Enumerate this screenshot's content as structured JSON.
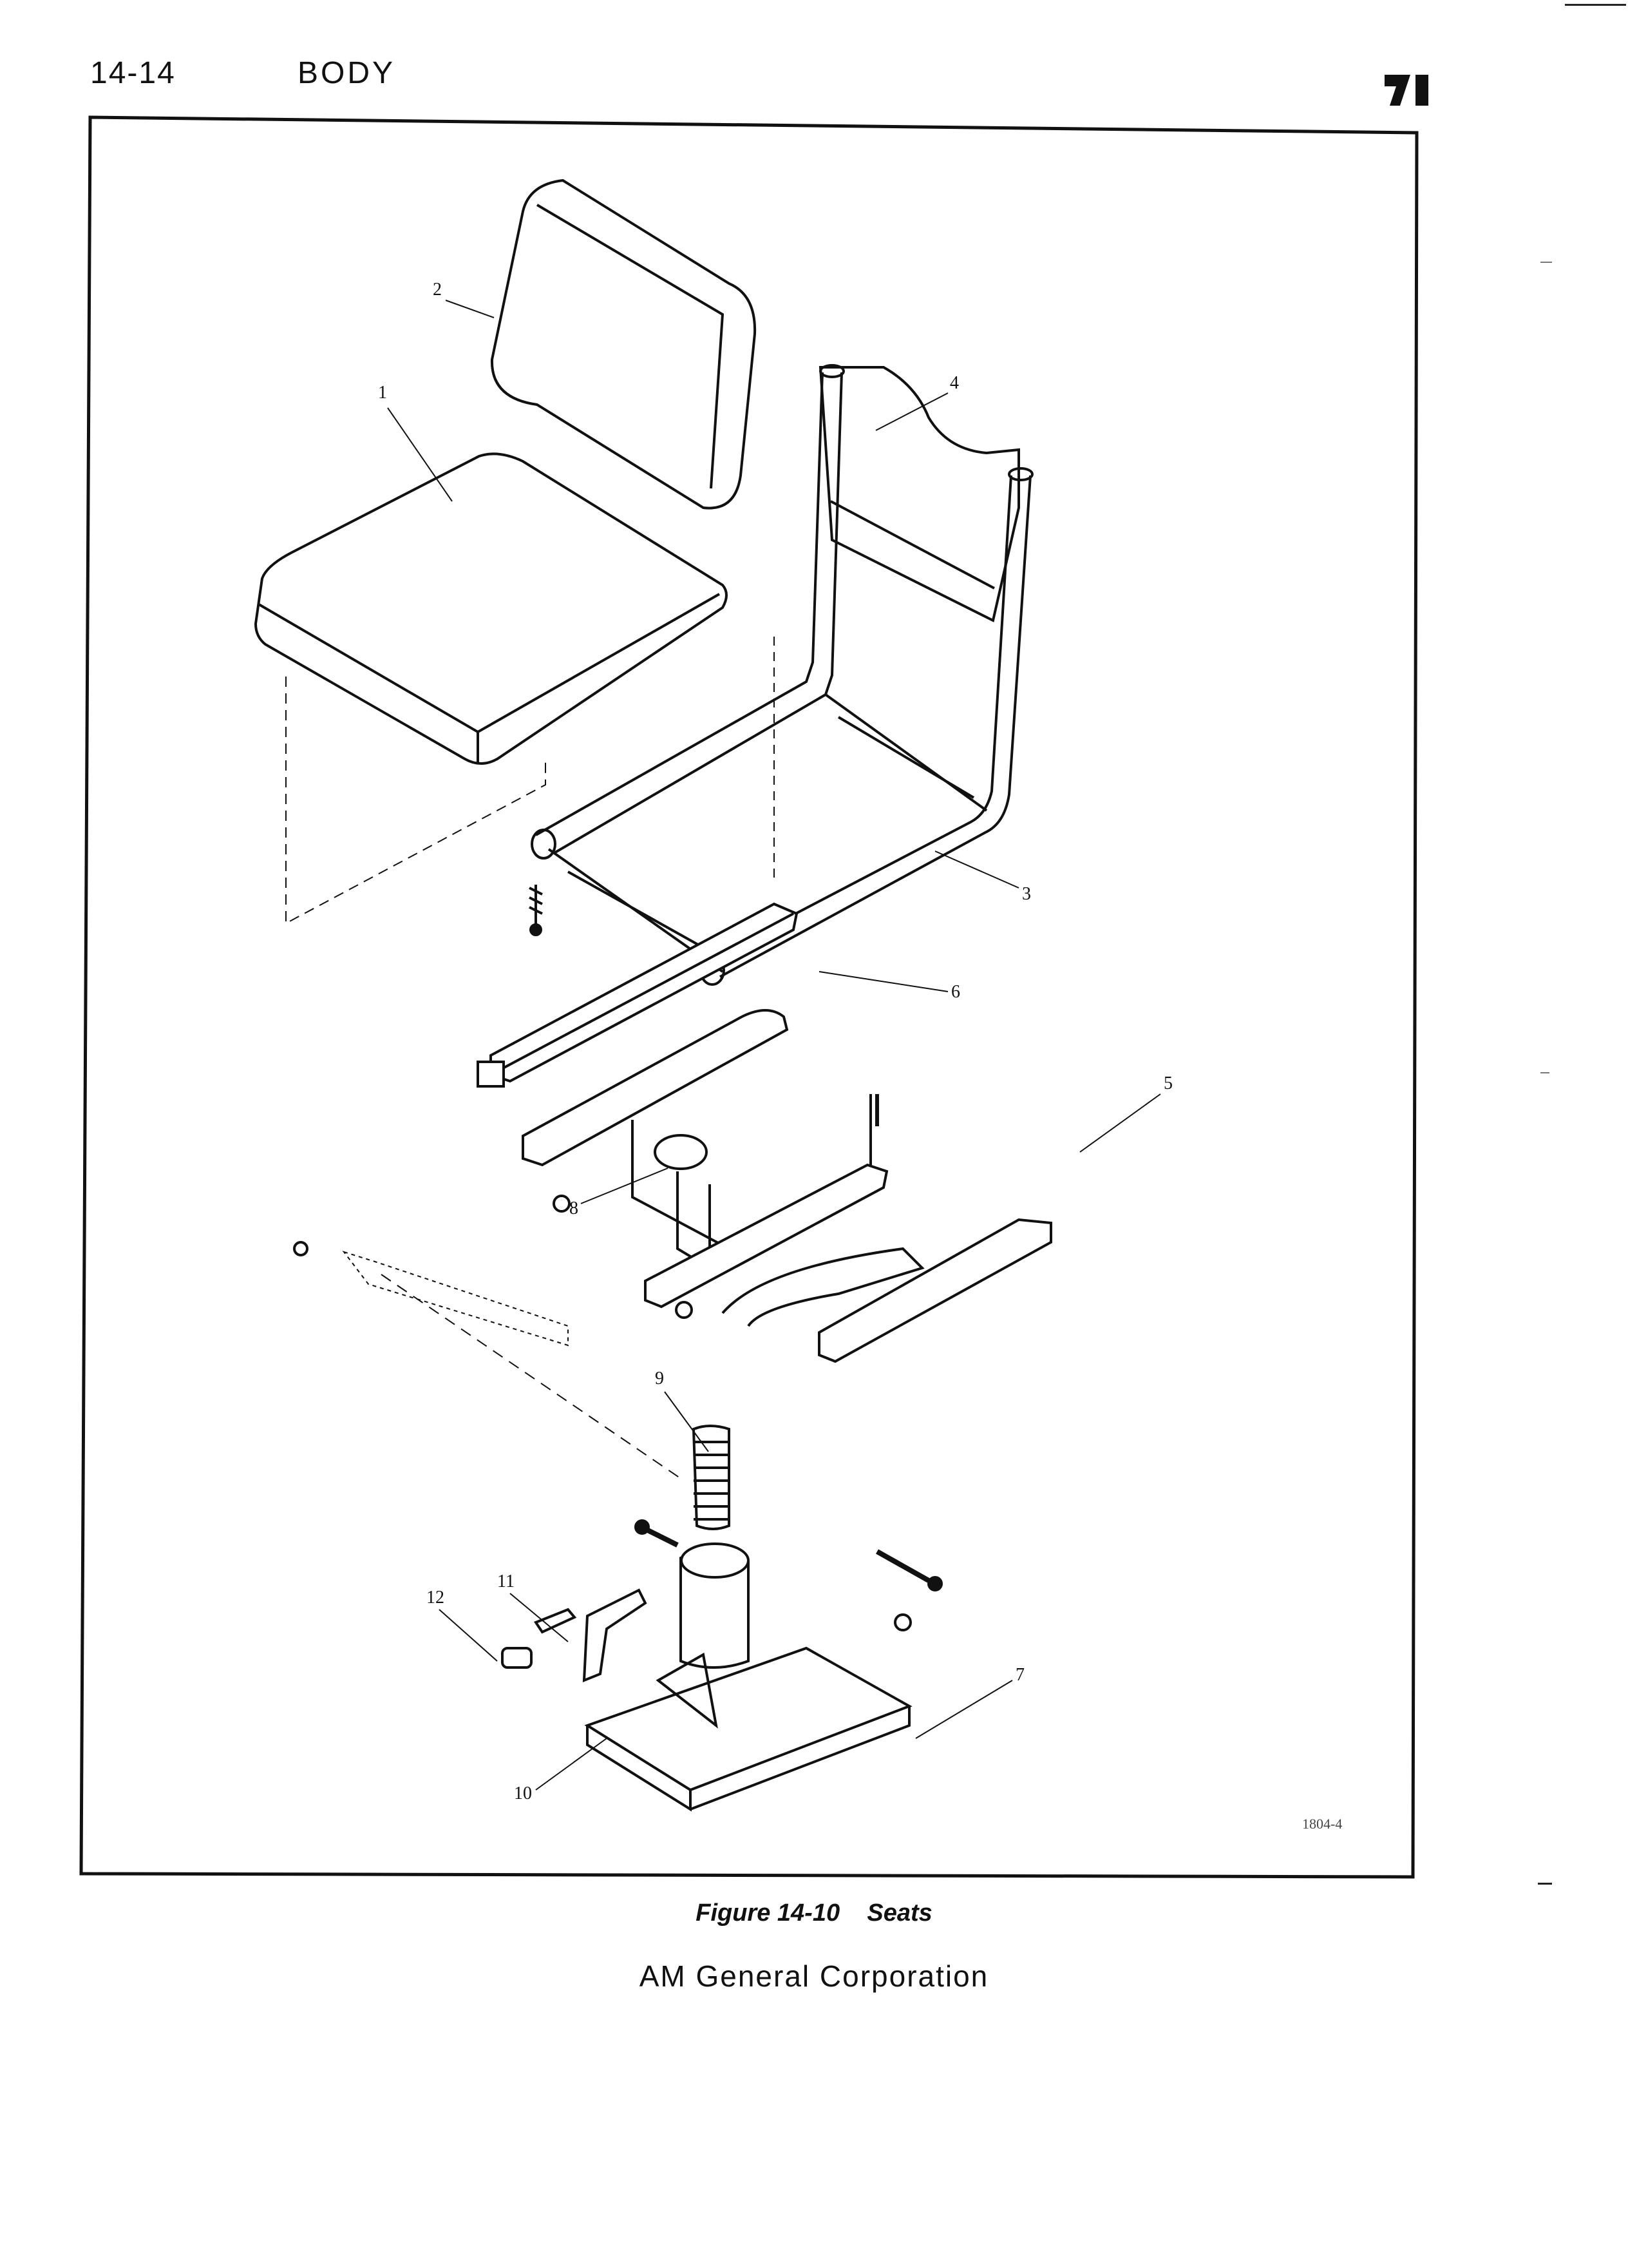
{
  "header": {
    "page_number": "14-14",
    "section": "BODY"
  },
  "figure": {
    "callouts": [
      "1",
      "2",
      "3",
      "4",
      "5",
      "6",
      "7",
      "8",
      "9",
      "10",
      "11",
      "12"
    ],
    "drawing_id": "1804-4",
    "caption_number": "Figure 14-10",
    "caption_title": "Seats"
  },
  "footer": {
    "company": "AM General Corporation"
  },
  "colors": {
    "ink": "#111111",
    "paper": "#ffffff"
  }
}
